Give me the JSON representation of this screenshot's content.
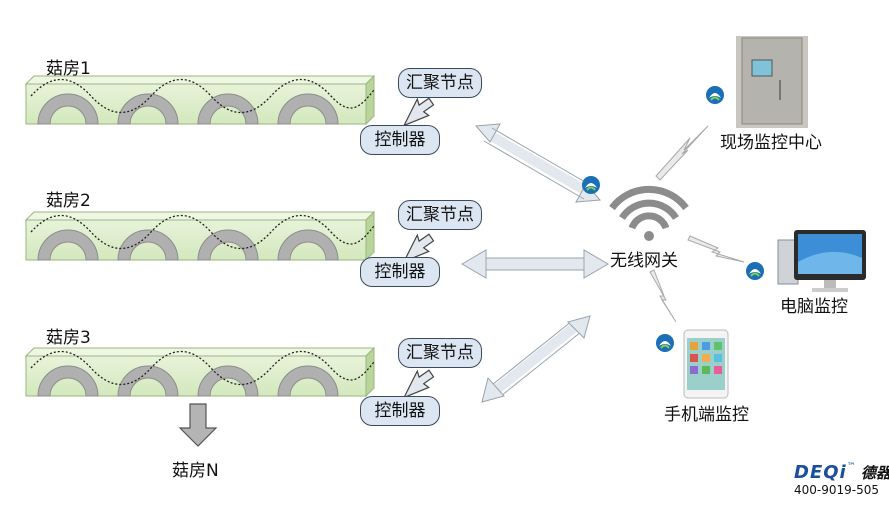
{
  "rooms": [
    {
      "label": "菇房1",
      "node_label": "汇聚节点",
      "controller_label": "控制器"
    },
    {
      "label": "菇房2",
      "node_label": "汇聚节点",
      "controller_label": "控制器"
    },
    {
      "label": "菇房3",
      "node_label": "汇聚节点",
      "controller_label": "控制器"
    }
  ],
  "more_rooms_label": "菇房N",
  "gateway_label": "无线网关",
  "endpoints": {
    "onsite_center": "现场监控中心",
    "pc_monitor": "电脑监控",
    "mobile_monitor": "手机端监控"
  },
  "brand": {
    "logo_text": "DEQi",
    "logo_tm": "™",
    "logo_cn": "德器",
    "phone": "400-9019-505"
  },
  "colors": {
    "shelf_fill": "#dcedc8",
    "shelf_side": "#b9d59a",
    "pill_fill": "#dce6f2",
    "arrow_fill": "#e3e8ee",
    "brand_blue": "#1b4f9c"
  }
}
